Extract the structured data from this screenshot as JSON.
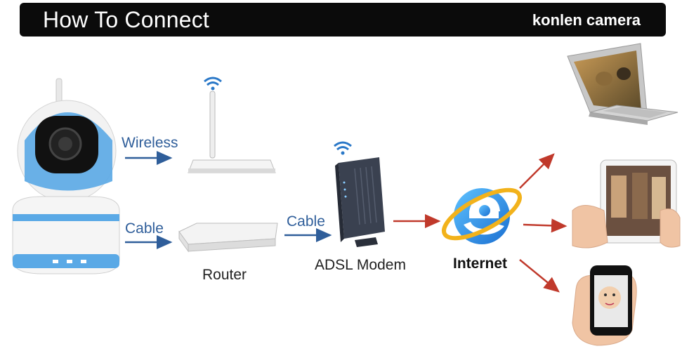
{
  "banner": {
    "title": "How To Connect",
    "brand": "konlen camera"
  },
  "links": {
    "wireless": "Wireless",
    "cable_camera": "Cable",
    "cable_modem": "Cable"
  },
  "devices": {
    "router": "Router",
    "modem": "ADSL Modem",
    "internet": "Internet"
  },
  "colors": {
    "banner_bg": "#0b0b0b",
    "label_blue": "#2f5e9a",
    "arrow_blue": "#2f5e9a",
    "arrow_red": "#c0392b",
    "camera_accent": "#5aa9e6"
  }
}
